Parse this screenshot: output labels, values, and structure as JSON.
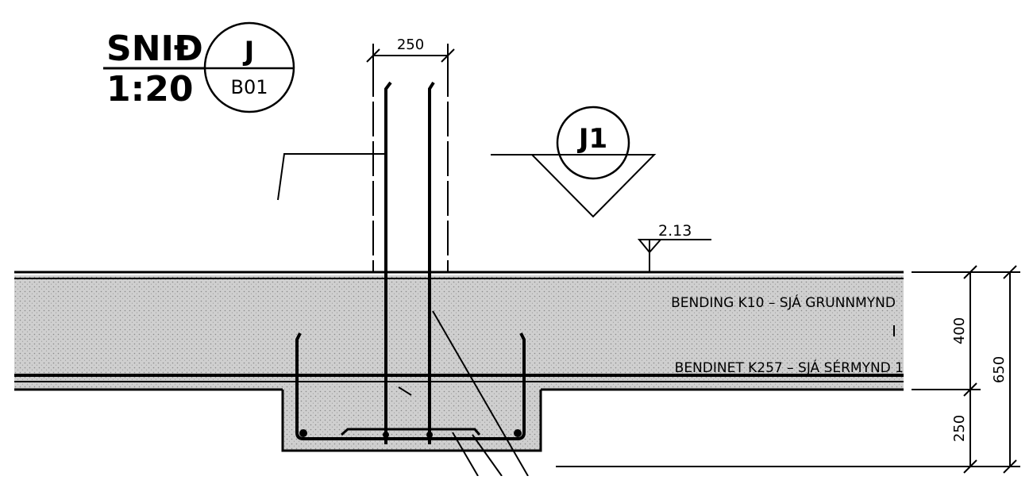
{
  "title": {
    "label": "SNIĐ",
    "scale": "1:20"
  },
  "section_bubble": {
    "id": "J",
    "sheet": "B01"
  },
  "detail_bubble": {
    "id": "J1"
  },
  "level_mark": {
    "value": "2.13"
  },
  "notes": {
    "top_reinforcement": "BENDING K10 – SJÁ GRUNNMYND",
    "bottom_mesh": "BENDINET K257 – SJÁ SÉRMYND 1"
  },
  "dimensions": {
    "wall_width": "250",
    "slab_thickness": "400",
    "beam_depth": "250",
    "total_depth": "650"
  },
  "colors": {
    "line": "#000000",
    "concrete_fill": "#c9c9c9",
    "background": "#ffffff"
  }
}
